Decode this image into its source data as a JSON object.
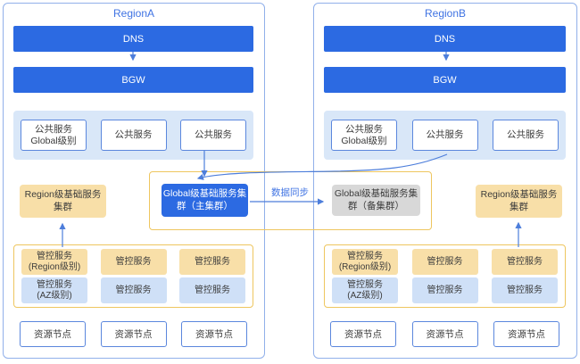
{
  "diagram_title": "",
  "colors": {
    "primary_blue": "#2c6ae2",
    "light_blue_panel": "#d9e7f8",
    "light_blue_box": "#cfe0f7",
    "orange_box": "#f8dfa8",
    "yellow_border": "#eec65f",
    "gray_box": "#d8d8d8",
    "blue_border": "#5b87dd",
    "region_border": "#91b0ea",
    "arrow_blue": "#4d7edb",
    "title_blue": "#3f73e3"
  },
  "regionA": {
    "title": "RegionA",
    "dns_label": "DNS",
    "bgw_label": "BGW",
    "public_services": [
      "公共服务\nGlobal级别",
      "公共服务",
      "公共服务"
    ],
    "region_cluster": "Region级基础服务\n集群",
    "mgmt_row1": [
      "管控服务\n(Region级别)",
      "管控服务",
      "管控服务"
    ],
    "mgmt_row2": [
      "管控服务\n(AZ级别)",
      "管控服务",
      "管控服务"
    ],
    "resource_nodes": [
      "资源节点",
      "资源节点",
      "资源节点"
    ]
  },
  "regionB": {
    "title": "RegionB",
    "dns_label": "DNS",
    "bgw_label": "BGW",
    "public_services": [
      "公共服务\nGlobal级别",
      "公共服务",
      "公共服务"
    ],
    "region_cluster": "Region级基础服务\n集群",
    "mgmt_row1": [
      "管控服务\n(Region级别)",
      "管控服务",
      "管控服务"
    ],
    "mgmt_row2": [
      "管控服务\n(AZ级别)",
      "管控服务",
      "管控服务"
    ],
    "resource_nodes": [
      "资源节点",
      "资源节点",
      "资源节点"
    ]
  },
  "global_cluster": {
    "primary": "Global级基础服务集\n群（主集群）",
    "backup": "Global级基础服务集\n群（备集群）",
    "sync_label": "数据同步"
  }
}
